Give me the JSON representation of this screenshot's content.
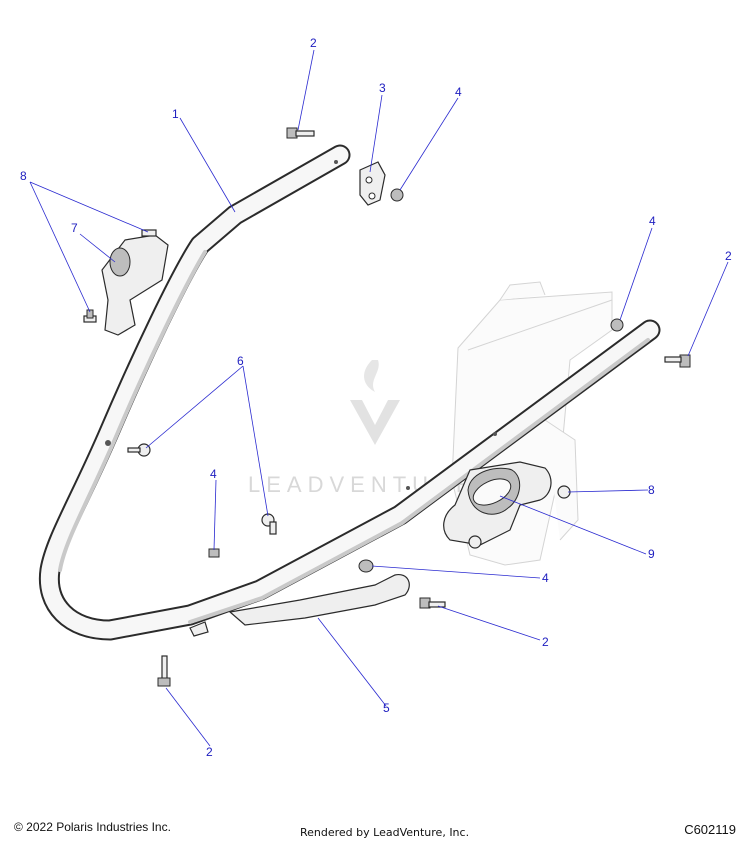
{
  "callouts": [
    {
      "label": "1"
    },
    {
      "label": "2"
    },
    {
      "label": "3"
    },
    {
      "label": "4"
    },
    {
      "label": "8"
    },
    {
      "label": "7"
    },
    {
      "label": "4"
    },
    {
      "label": "2"
    },
    {
      "label": "6"
    },
    {
      "label": "4"
    },
    {
      "label": "8"
    },
    {
      "label": "9"
    },
    {
      "label": "4"
    },
    {
      "label": "2"
    },
    {
      "label": "5"
    },
    {
      "label": "2"
    }
  ],
  "watermark": "LEADVENTURE",
  "footer": {
    "copyright": "© 2022 Polaris Industries Inc.",
    "rendered_by": "Rendered by LeadVenture, Inc.",
    "code": "C602119"
  }
}
